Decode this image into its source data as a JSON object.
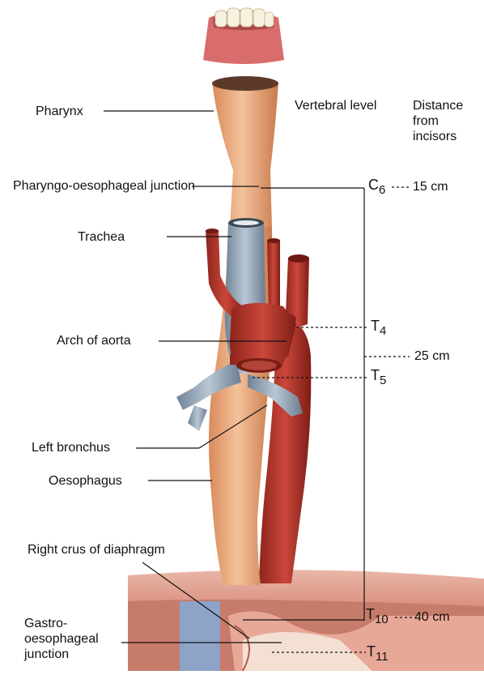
{
  "labels": {
    "pharynx": "Pharynx",
    "pharyngo_oesophageal_junction": "Pharyngo-oesophageal junction",
    "trachea": "Trachea",
    "arch_of_aorta": "Arch of aorta",
    "left_bronchus": "Left bronchus",
    "oesophagus": "Oesophagus",
    "right_crus": "Right crus of diaphragm",
    "gastro_oesophageal_junction": "Gastro-oesophageal junction"
  },
  "headers": {
    "vertebral_level": "Vertebral level",
    "distance": "Distance from incisors"
  },
  "vertebral_levels": [
    {
      "letter": "C",
      "num": "6"
    },
    {
      "letter": "T",
      "num": "4"
    },
    {
      "letter": "T",
      "num": "5"
    },
    {
      "letter": "T",
      "num": "10"
    },
    {
      "letter": "T",
      "num": "11"
    }
  ],
  "distances": [
    "15 cm",
    "25 cm",
    "40 cm"
  ],
  "colors": {
    "oesophagus": "#e7a476",
    "aorta": "#b1342a",
    "trachea": "#8fa3b6",
    "diaphragm": "#d98b7e",
    "lips": "#d96c6c"
  }
}
